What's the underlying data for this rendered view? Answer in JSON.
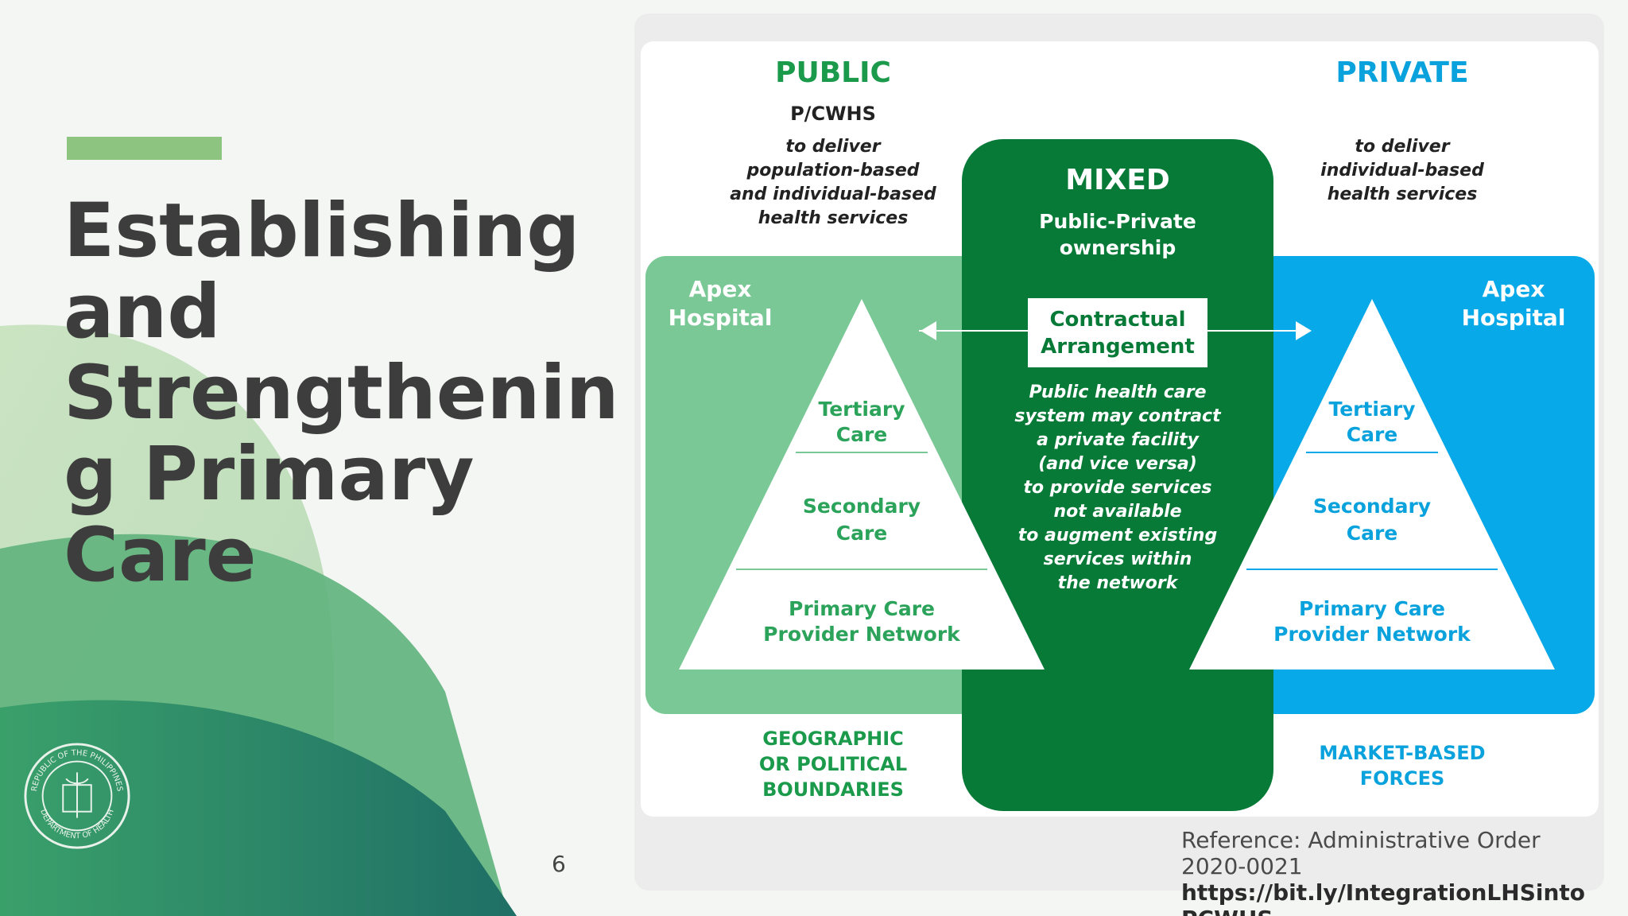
{
  "slide": {
    "title": "Establishing\nand\nStrengthenin\ng Primary\nCare",
    "page_number": "6",
    "seal_text_top": "REPUBLIC OF THE PHILIPPINES",
    "seal_text_bottom": "DEPARTMENT OF HEALTH",
    "reference_text": "Reference: Administrative Order 2020-0021",
    "reference_link": "https://bit.ly/IntegrationLHSintoPCWHS"
  },
  "figure": {
    "public": {
      "heading": "PUBLIC",
      "subheading": "P/CWHS",
      "description": [
        "to deliver",
        "population-based",
        "and individual-based",
        "health services"
      ],
      "apex": [
        "Apex",
        "Hospital"
      ],
      "tiers": {
        "tertiary": [
          "Tertiary",
          "Care"
        ],
        "secondary": [
          "Secondary",
          "Care"
        ],
        "primary": [
          "Primary Care",
          "Provider Network"
        ]
      },
      "footer": [
        "GEOGRAPHIC",
        "OR POLITICAL",
        "BOUNDARIES"
      ]
    },
    "mixed": {
      "heading": "MIXED",
      "subheading": [
        "Public-Private",
        "ownership"
      ],
      "box_label": [
        "Contractual",
        "Arrangement"
      ],
      "description": [
        "Public health care",
        "system may contract",
        "a private facility",
        "(and vice versa)",
        "to provide services",
        "not available",
        "to augment existing",
        "services within",
        "the network"
      ]
    },
    "private": {
      "heading": "PRIVATE",
      "description": [
        "to deliver",
        "individual-based",
        "health services"
      ],
      "apex": [
        "Apex",
        "Hospital"
      ],
      "tiers": {
        "tertiary": [
          "Tertiary",
          "Care"
        ],
        "secondary": [
          "Secondary",
          "Care"
        ],
        "primary": [
          "Primary Care",
          "Provider Network"
        ]
      },
      "footer": [
        "MARKET-BASED",
        "FORCES"
      ]
    }
  },
  "colors": {
    "public_green": "#1a9a4a",
    "public_panel": "#79c895",
    "mixed_green": "#087a38",
    "private_blue": "#08a9e8",
    "tier_text_green": "#2ca35a",
    "tier_text_blue": "#0aa2dc",
    "title_text": "#3d3d3d",
    "accent_bar": "#8dc47f"
  }
}
